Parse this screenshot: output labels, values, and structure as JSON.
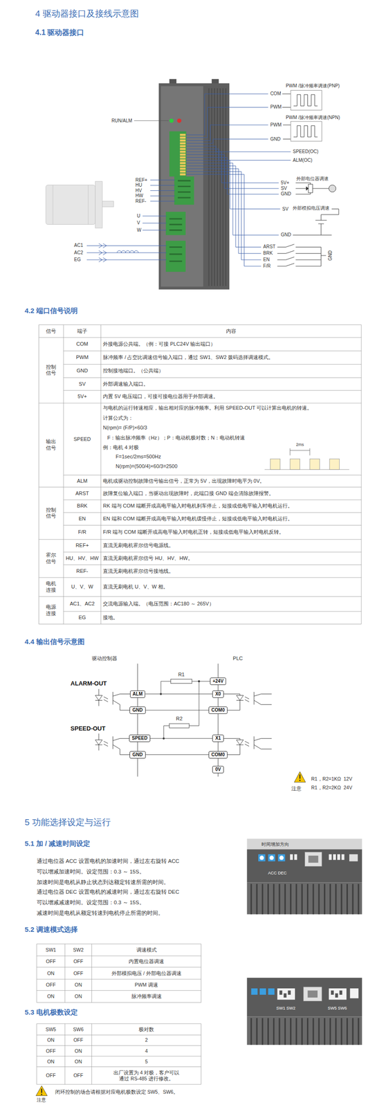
{
  "diagram": {
    "title": "4 驱动器接口及接线示意图",
    "nodes": [
      {
        "text": [
          "ALM"
        ]
      },
      {
        "text": [
          "GND"
        ]
      },
      {
        "text": [
          "SPEED"
        ]
      },
      {
        "text": [
          "GND"
        ]
      },
      {
        "text": [
          "+24V"
        ]
      },
      {
        "text": [
          "X0"
        ]
      },
      {
        "text": [
          "COM0"
        ]
      },
      {
        "text": [
          "X1"
        ]
      },
      {
        "text": [
          "COM0"
        ]
      },
      {
        "text": [
          "0V"
        ]
      }
    ],
    "edges": [
      {
        "from": 0,
        "to": 5,
        "arrow": "none"
      },
      {
        "from": 1,
        "to": 6,
        "arrow": "none"
      },
      {
        "from": 2,
        "to": 7,
        "arrow": "none"
      },
      {
        "from": 3,
        "to": 8,
        "arrow": "none"
      }
    ],
    "labels": [
      "4.1 驱动器接口",
      "RUN/ALM",
      "REF+",
      "HU",
      "HV",
      "HW",
      "REF-",
      "U",
      "V",
      "W",
      "AC1",
      "AC2",
      "EG",
      "PWM /脉冲频率调速(PNP)",
      "COM",
      "PWM",
      "PWM /脉冲频率调速(NPN)",
      "PWM",
      "GND",
      "SPEED(OC)",
      "ALM(OC)",
      "外部电位器调速",
      "5V+",
      "SV",
      "GND",
      "SV",
      "外部模拟电压调速",
      "GND",
      "ARST",
      "BRK",
      "EN",
      "F/R",
      "GND",
      "4.2 端口信号说明",
      "信号",
      "端子",
      "内容",
      "控制信号",
      "COM",
      "外接电源公共端。（例：可接 PLC24V 输出端口）",
      "PWM",
      "脉冲频率 / 占空比调速信号输入端口，通过 SW1、SW2 拨码选择调速模式。",
      "GND",
      "控制接地端口。（公共端）",
      "SV",
      "外部调速输入端口。",
      "5V+",
      "内置 5V 电压端口，可接可接电位器用于外部调速。",
      "输出信号",
      "SPEED",
      "与电机的运行转速相应，输出相对应的脉冲频率。利用 SPEED-OUT 可以计算出电机的转速。",
      "计算公式为：",
      "N(rpm)= (F/P)×60/3",
      "F：输出脉冲频率（Hz）；P：电动机极对数；N：电动机转速",
      "例：电机 4 对极",
      "F=1sec/2ms=500Hz",
      "N(rpm)=(500/4)×60/3=2500",
      "2ms",
      "ALM",
      "电机或驱动控制故障信号输出信号，正常为 5V，出现故障时电平为 0V。",
      "控制信号",
      "ARST",
      "故障复位输入端口，当驱动出现故障时，此端口接 GND 端会清除故障报警。",
      "BRK",
      "RK 端与 COM 端断开或高电平输入时电机刹车停止，短接或低电平输入时电机运行。",
      "EN",
      "EN 端和 COM 端断开或高电平输入时电机缓慢停止，短接或低电平输入时电机运行。",
      "F/R",
      "F/R 端与 COM 端断开或高电平输入时电机正转，短接或低电平输入时电机反转。",
      "霍尔信号",
      "REF+",
      "直流无刷电机霍尔信号电源线。",
      "HU、HV、HW",
      "直流无刷电机霍尔信号 HU、HV、HW。",
      "REF-",
      "直流无刷电机霍尔信号接地线。",
      "电机连接",
      "U、V、W",
      "直流无刷电机 U、V、W 相。",
      "电源连接",
      "AC1、AC2",
      "交流电源输入端。（电压范围：AC180 ～ 265V）",
      "EG",
      "接地。",
      "4.4 输出信号示意图",
      "驱动控制器",
      "PLC",
      "ALARM-OUT",
      "SPEED-OUT",
      "R1",
      "R2",
      "注意",
      "R1，R2=1KΩ  12V",
      "R1，R2=2KΩ  24V",
      "5 功能选择设定与运行",
      "5.1 加 / 减速时间设定",
      "通过电位器 ACC 设置电机的加速时间，通过左右旋转 ACC",
      "可以增减加速时间。设定范围：0.3 ～ 15S。",
      "加速时间是电机从静止状态到达额定转速所需的时间。",
      "通过电位器 DEC 设置电机的减速时间，通过左右旋转 DEC",
      "可以增减减速时间。设定范围：0.3 ～ 15S。",
      "减速时间是电机从额定转速到电机停止所需的时间。",
      "时间增加方向",
      "ACC DEC",
      "5.2 调速模式选择",
      "SW1",
      "SW2",
      "调速模式",
      "OFF",
      "OFF",
      "内置电位器调速",
      "ON",
      "OFF",
      "外部模拟电压 / 外部电位器调速",
      "OFF",
      "ON",
      "PWM 调速",
      "ON",
      "ON",
      "脉冲频率调速",
      "SW1 SW2",
      "SW5 SW6",
      "5.3 电机极数设定",
      "SW5",
      "SW6",
      "极对数",
      "ON",
      "OFF",
      "2",
      "OFF",
      "ON",
      "4",
      "ON",
      "ON",
      "5",
      "OFF",
      "OFF",
      "出厂设置为 4 对极，客户可以 通过 RS-485 进行修改。",
      "注意",
      "闭环控制的场合请根据对应电机极数设定 SW5、SW6。"
    ]
  }
}
